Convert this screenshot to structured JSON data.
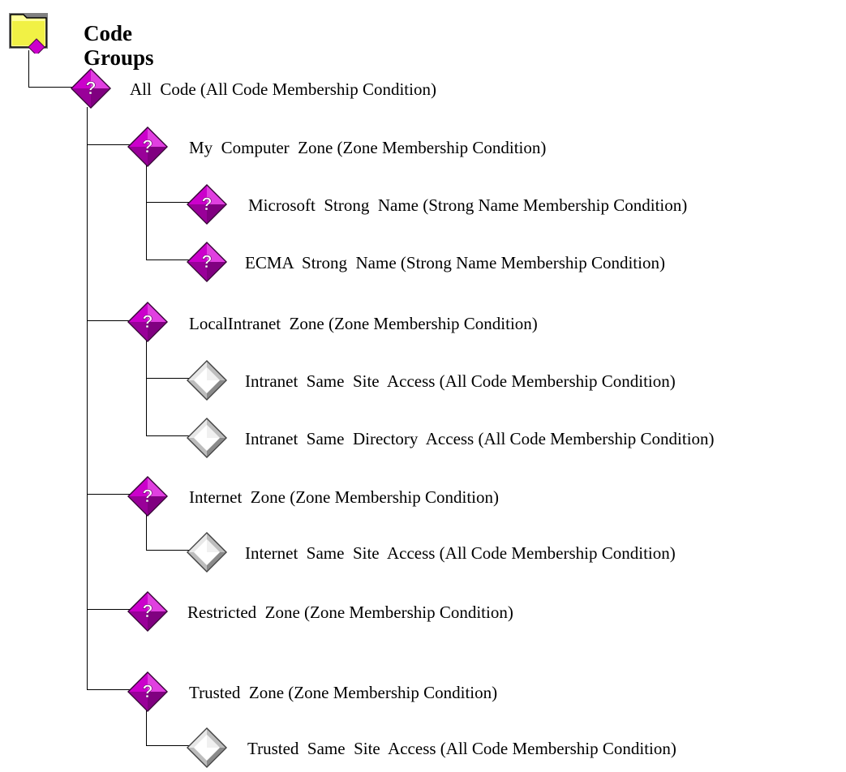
{
  "root": {
    "label": "Code Groups",
    "icon": "folder-icon"
  },
  "nodes": [
    {
      "label": "All  Code (All Code Membership Condition)",
      "icon": "code-group-enabled-icon"
    },
    {
      "label": "My  Computer  Zone (Zone Membership Condition)",
      "icon": "code-group-enabled-icon"
    },
    {
      "label": "Microsoft  Strong  Name (Strong Name Membership Condition)",
      "icon": "code-group-enabled-icon"
    },
    {
      "label": "ECMA  Strong  Name (Strong Name Membership Condition)",
      "icon": "code-group-enabled-icon"
    },
    {
      "label": "LocalIntranet  Zone (Zone Membership Condition)",
      "icon": "code-group-enabled-icon"
    },
    {
      "label": "Intranet  Same  Site  Access (All Code Membership Condition)",
      "icon": "code-group-disabled-icon"
    },
    {
      "label": "Intranet  Same  Directory  Access (All Code Membership Condition)",
      "icon": "code-group-disabled-icon"
    },
    {
      "label": "Internet  Zone (Zone Membership Condition)",
      "icon": "code-group-enabled-icon"
    },
    {
      "label": "Internet  Same  Site  Access (All Code Membership Condition)",
      "icon": "code-group-disabled-icon"
    },
    {
      "label": "Restricted  Zone (Zone Membership Condition)",
      "icon": "code-group-enabled-icon"
    },
    {
      "label": "Trusted  Zone (Zone Membership Condition)",
      "icon": "code-group-enabled-icon"
    },
    {
      "label": "Trusted  Same  Site  Access (All Code Membership Condition)",
      "icon": "code-group-disabled-icon"
    }
  ],
  "colors": {
    "enabled": "#cc00cc",
    "enabled_dark": "#660066",
    "disabled": "#c0c0c0",
    "folder": "#ffff66"
  }
}
